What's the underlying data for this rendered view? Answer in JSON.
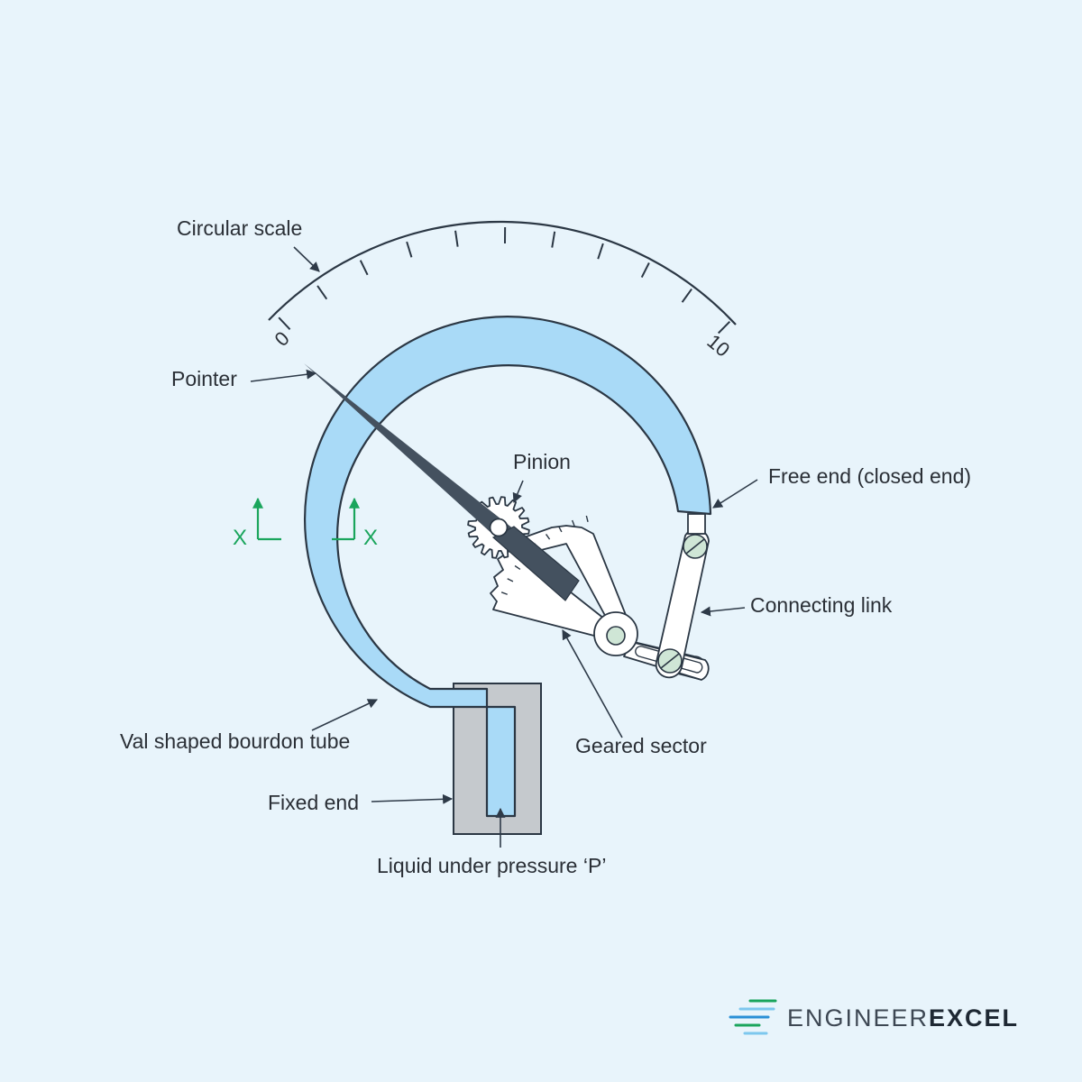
{
  "labels": {
    "circular_scale": "Circular scale",
    "pointer": "Pointer",
    "pinion": "Pinion",
    "free_end": "Free end (closed end)",
    "connecting_link": "Connecting link",
    "geared_sector": "Geared sector",
    "bourdon_tube": "Val shaped bourdon tube",
    "fixed_end": "Fixed end",
    "liquid": "Liquid under pressure ‘P’"
  },
  "scale": {
    "min_label": "0",
    "max_label": "10"
  },
  "section": {
    "left": "X",
    "right": "X"
  },
  "brand": {
    "name_a": "ENGINEER",
    "name_b": "EXCEL"
  },
  "colors": {
    "background": "#e8f4fb",
    "tube_fill": "#a9daf7",
    "outline": "#2b3744",
    "pointer": "#44515f",
    "socket": "#c5c9cd",
    "axis_green": "#1aa55c",
    "screw_green": "#cfe6d6"
  }
}
